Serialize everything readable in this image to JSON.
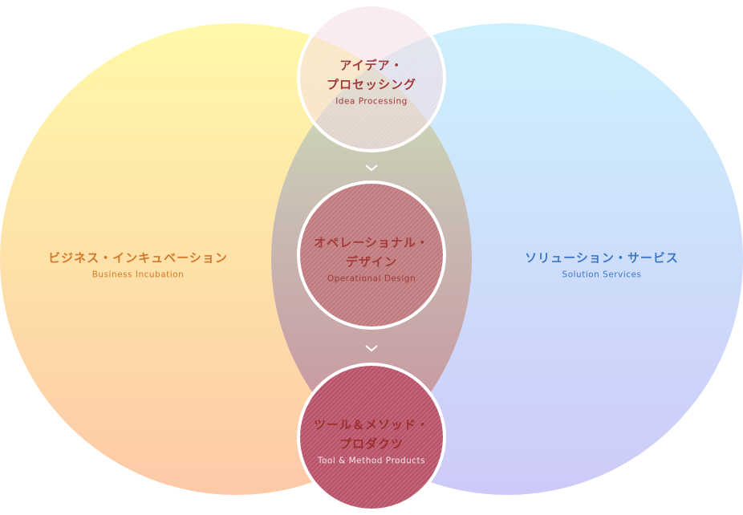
{
  "circles": {
    "business": {
      "title": "ビジネス・インキュベーション",
      "subtitle": "Business Incubation"
    },
    "solution": {
      "title": "ソリューション・サービス",
      "subtitle": "Solution Services"
    },
    "idea": {
      "title_line1": "アイデア・",
      "title_line2": "プロセッシング",
      "subtitle": "Idea Processing"
    },
    "operational": {
      "title_line1": "オペレーショナル・",
      "title_line2": "デザイン",
      "subtitle": "Operational Design"
    },
    "tool": {
      "title_line1": "ツール＆メソッド・",
      "title_line2": "プロダクツ",
      "subtitle": "Tool & Method Products"
    }
  },
  "colors": {
    "business": [
      "#fff9a8",
      "#fdc9a8"
    ],
    "solution": [
      "#cdf1fc",
      "#cdcaf9"
    ],
    "overlap": [
      "#c9e3b8",
      "#cc8f9c"
    ],
    "idea": "#f6dde3",
    "operational": "#c07d80",
    "tool": "#b85a6e",
    "ring": "#ffffff",
    "arrow": "#ffffff"
  }
}
